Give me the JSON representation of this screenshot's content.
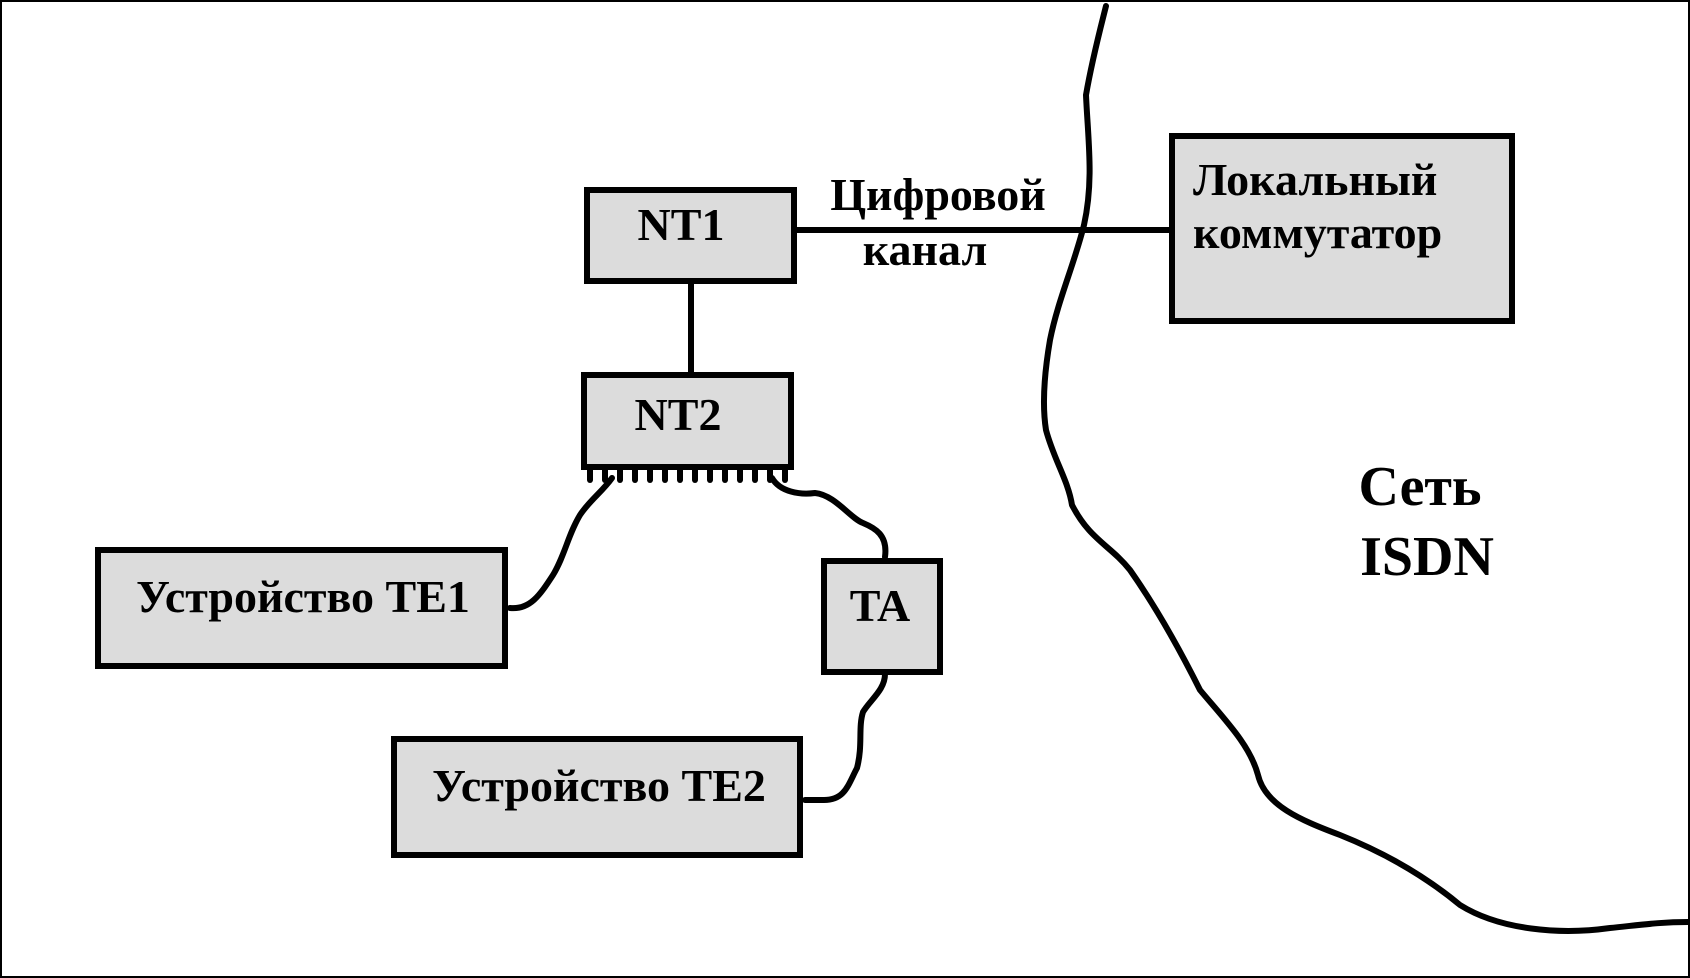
{
  "colors": {
    "box_fill": "#dcdcdc",
    "stroke": "#000000",
    "background": "#ffffff"
  },
  "nodes": {
    "nt1": {
      "label": "NT1"
    },
    "nt2": {
      "label": "NT2"
    },
    "ta": {
      "label": "TA"
    },
    "te1": {
      "label": "Устройство TE1"
    },
    "te2": {
      "label": "Устройство TE2"
    },
    "switch": {
      "line1": "Локальный",
      "line2": "коммутатор"
    }
  },
  "link_label": {
    "line1": "Цифровой",
    "line2": "канал"
  },
  "network_label": {
    "line1": "Сеть",
    "line2": "ISDN"
  }
}
